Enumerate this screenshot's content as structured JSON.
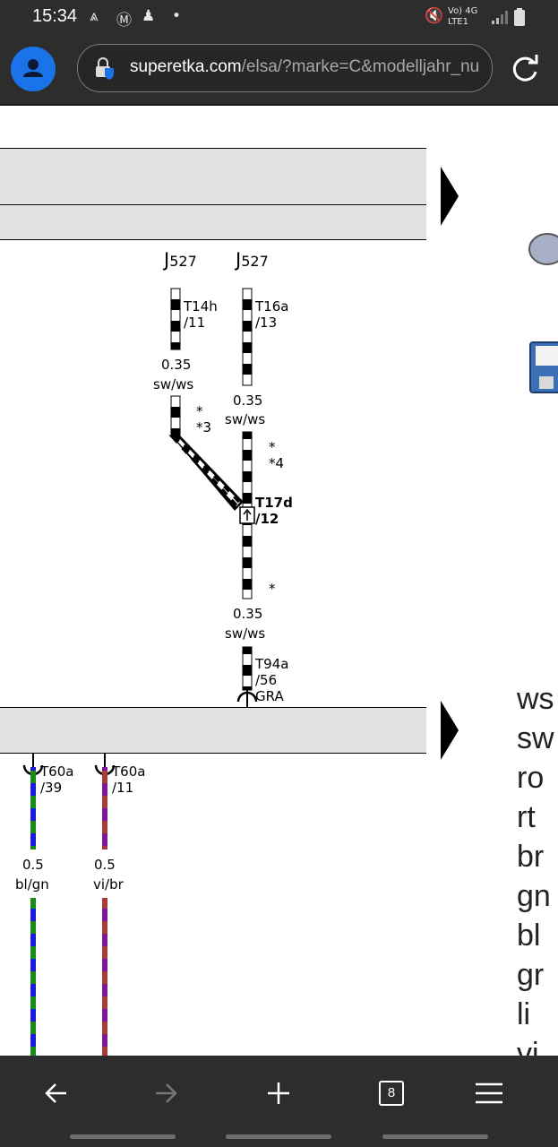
{
  "status_bar": {
    "time": "15:34",
    "network": "Vo) 4G",
    "network_sub": "LTE1"
  },
  "browser": {
    "url_host": "superetka.com",
    "url_path": "/elsa/?marke=C&modelljahr_nu",
    "tab_count": "8"
  },
  "diagram": {
    "component_left": "J",
    "component_left_sub": "527",
    "component_right": "J",
    "component_right_sub": "527",
    "wires": [
      {
        "connector": "T14h\n/11",
        "gauge": "0.35",
        "color": "sw/ws"
      },
      {
        "connector": "T16a\n/13",
        "gauge": "0.35",
        "color": "sw/ws"
      },
      {
        "connector": "T17d\n/12",
        "gauge": "0.35",
        "color": "sw/ws"
      },
      {
        "connector": "T94a\n/56\nGRA"
      },
      {
        "connector": "T60a\n/39",
        "gauge": "0.5",
        "color": "bl/gn"
      },
      {
        "connector": "T60a\n/11",
        "gauge": "0.5",
        "color": "vi/br"
      }
    ],
    "notes": [
      "*\n*3",
      "*\n*4",
      "*"
    ]
  },
  "legend": [
    "ws",
    "sw",
    "ro",
    "rt",
    "br",
    "gn",
    "bl",
    "gr",
    "li",
    "vi"
  ],
  "colors": {
    "black": "#000000",
    "blue": "#1a1ad8",
    "green": "#1a8a1a",
    "violet": "#7a1a9a",
    "brown": "#a83a3a",
    "panel": "#e2e2e2"
  }
}
